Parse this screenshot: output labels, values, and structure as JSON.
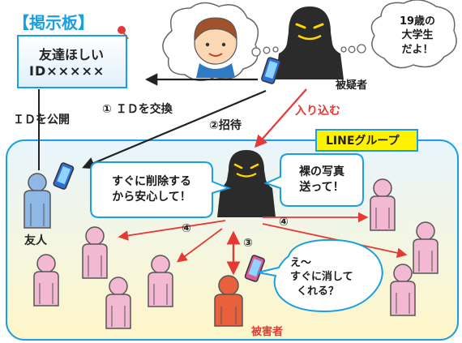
{
  "board": {
    "title": "【掲示板】",
    "line1": "友達ほしい",
    "line2": "ID×××××"
  },
  "suspect": {
    "label": "被疑者",
    "thought_line1": "19歳の",
    "thought_line2": "大学生",
    "thought_line3": "だよ！"
  },
  "steps": {
    "publish_id": "ＩＤを公開",
    "exchange_id": "① ＩＤを交換",
    "invite": "②招待",
    "infiltrate": "入り込む",
    "step3": "③",
    "step4": "④"
  },
  "group": {
    "label": "LINEグループ"
  },
  "speech": {
    "suspect_line1": "すぐに削除する",
    "suspect_line2": "から安心して！",
    "request_line1": "裸の写真",
    "request_line2": "送って！",
    "victim_line1": "え～",
    "victim_line2": "すぐに消して",
    "victim_line3": "くれる？"
  },
  "people": {
    "friend": "友人",
    "victim": "被害者"
  },
  "colors": {
    "accent_blue": "#1a9fe0",
    "red_arrow": "#e53935",
    "group_bg_top": "#e8f5fd",
    "group_bg_bottom": "#fff6c8",
    "label_yellow": "#fff200",
    "pink_person": "#f3b8d2",
    "blue_person": "#8fb8e6",
    "victim_orange": "#e8613c",
    "suspect_black": "#2b2b2b"
  }
}
